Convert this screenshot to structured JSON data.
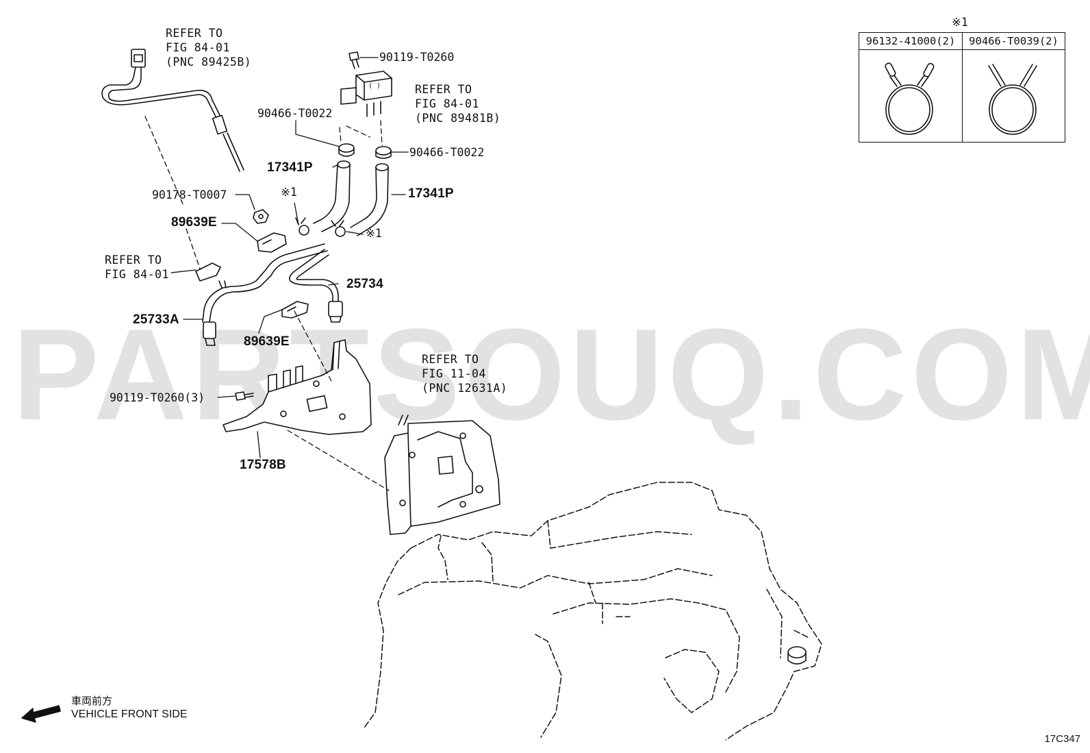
{
  "watermark": "PARTSOUQ.COM",
  "refs": {
    "ref1": "REFER TO\nFIG 84-01\n(PNC 89425B)",
    "ref2": "REFER TO\nFIG 84-01\n(PNC 89481B)",
    "ref3": "REFER TO\nFIG 84-01",
    "ref4": "REFER TO\nFIG 11-04\n(PNC 12631A)"
  },
  "parts": {
    "p90119_top": "90119-T0260",
    "p90466_left": "90466-T0022",
    "p90466_right": "90466-T0022",
    "p17341_left": "17341P",
    "p17341_right": "17341P",
    "p90178": "90178-T0007",
    "p89639_top": "89639E",
    "p89639_bottom": "89639E",
    "p25734": "25734",
    "p25733": "25733A",
    "p90119_3": "90119-T0260(3)",
    "p17578": "17578B",
    "note_mark_a": "※1",
    "note_mark_b": "※1"
  },
  "inset": {
    "mark": "※1",
    "left_header": "96132-41000(2)",
    "right_header": "90466-T0039(2)"
  },
  "footer": {
    "front_jp": "車両前方",
    "front_en": "VEHICLE FRONT SIDE",
    "figure_code": "17C347"
  }
}
